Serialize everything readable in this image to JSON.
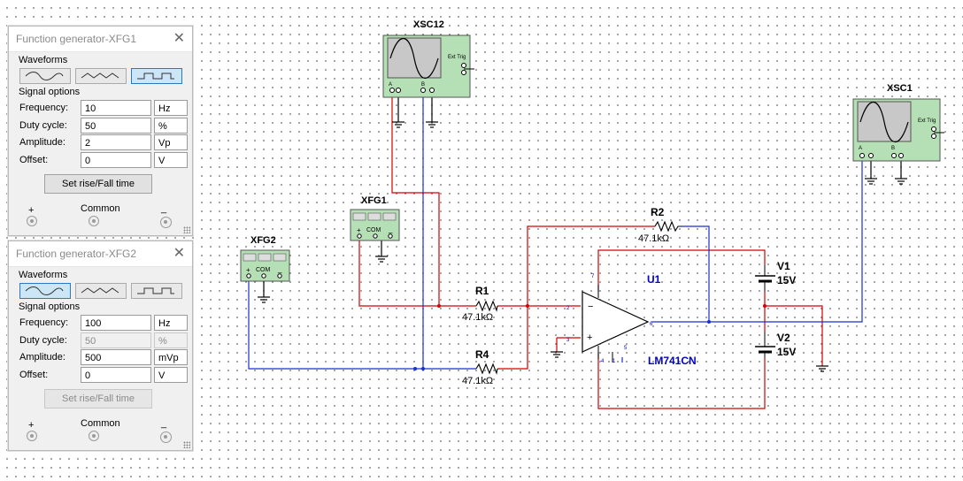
{
  "windows": [
    {
      "title": "Function generator-XFG1",
      "waveforms_label": "Waveforms",
      "signal_options_label": "Signal options",
      "active_waveform": "square",
      "fields": [
        {
          "label": "Frequency:",
          "value": "10",
          "unit": "Hz",
          "enabled": true
        },
        {
          "label": "Duty cycle:",
          "value": "50",
          "unit": "%",
          "enabled": true
        },
        {
          "label": "Amplitude:",
          "value": "2",
          "unit": "Vp",
          "enabled": true
        },
        {
          "label": "Offset:",
          "value": "0",
          "unit": "V",
          "enabled": true
        }
      ],
      "rise_fall_label": "Set rise/Fall time",
      "rise_fall_enabled": true,
      "plus_label": "+",
      "common_label": "Common",
      "minus_label": "_"
    },
    {
      "title": "Function generator-XFG2",
      "waveforms_label": "Waveforms",
      "signal_options_label": "Signal options",
      "active_waveform": "sine",
      "fields": [
        {
          "label": "Frequency:",
          "value": "100",
          "unit": "Hz",
          "enabled": true
        },
        {
          "label": "Duty cycle:",
          "value": "50",
          "unit": "%",
          "enabled": false
        },
        {
          "label": "Amplitude:",
          "value": "500",
          "unit": "mVp",
          "enabled": true
        },
        {
          "label": "Offset:",
          "value": "0",
          "unit": "V",
          "enabled": true
        }
      ],
      "rise_fall_label": "Set rise/Fall time",
      "rise_fall_enabled": false,
      "plus_label": "+",
      "common_label": "Common",
      "minus_label": "_"
    }
  ],
  "schematic": {
    "xsc12": {
      "label": "XSC12",
      "ext_trig": "Ext Trig",
      "a": "A",
      "b": "B"
    },
    "xsc1": {
      "label": "XSC1",
      "ext_trig": "Ext Trig",
      "a": "A",
      "b": "B"
    },
    "xfg1": {
      "label": "XFG1",
      "plus": "+",
      "com": "COM",
      "minus": "_"
    },
    "xfg2": {
      "label": "XFG2",
      "plus": "+",
      "com": "COM",
      "minus": "_"
    },
    "r1": {
      "label": "R1",
      "value": "47.1kΩ"
    },
    "r2": {
      "label": "R2",
      "value": "47.1kΩ"
    },
    "r4": {
      "label": "R4",
      "value": "47.1kΩ"
    },
    "u1": {
      "label": "U1",
      "part": "LM741CN",
      "pins": [
        "2",
        "3",
        "6",
        "7",
        "4",
        "1",
        "5"
      ]
    },
    "v1": {
      "label": "V1",
      "value": "15V"
    },
    "v2": {
      "label": "V2",
      "value": "15V"
    }
  },
  "colors": {
    "red_wire": "#d40000",
    "blue_wire": "#1a2fd0",
    "part_blue": "#0000c8",
    "instrument_green": "#b5e0b5"
  }
}
